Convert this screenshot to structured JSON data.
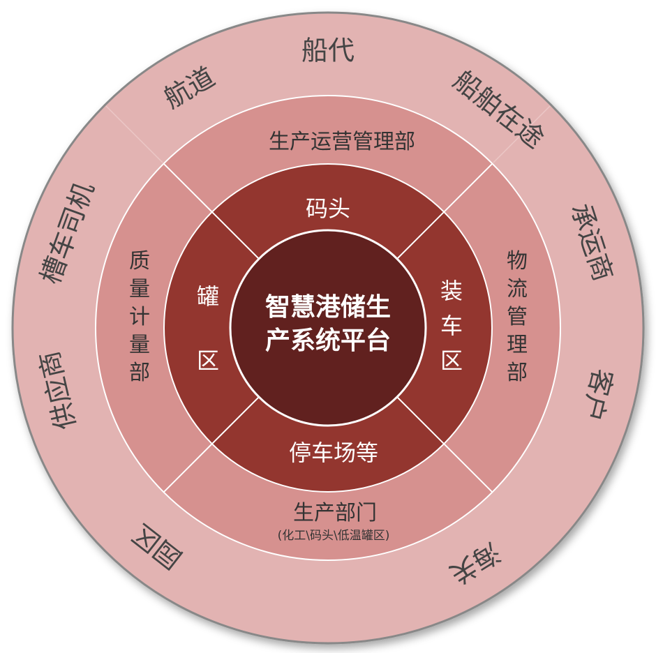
{
  "colors": {
    "outer_ring": "#e2b3b2",
    "middle_ring": "#d6918f",
    "inner_ring": "#93362f",
    "center": "#61211f",
    "separator": "#ffffff",
    "outer_text": "#444444",
    "inner_text": "#ffffff"
  },
  "center": {
    "line1": "智慧港储生",
    "line2": "产系统平台"
  },
  "inner_ring": {
    "top": "码头",
    "right": [
      "装",
      "车",
      "区"
    ],
    "bottom": "停车场等",
    "left": [
      "罐",
      "区"
    ]
  },
  "middle_ring": {
    "top": "生产运营管理部",
    "right": [
      "物",
      "流",
      "管",
      "理",
      "部"
    ],
    "bottom": "生产部门",
    "bottom_sub": "(化工\\码头\\低温罐区)",
    "left": [
      "质",
      "量",
      "计",
      "量",
      "部"
    ]
  },
  "outer_ring": {
    "items": [
      "船代",
      "船舶在途",
      "承运商",
      "客户",
      "海关",
      "园区",
      "供应商",
      "槽车司机",
      "航道"
    ]
  }
}
